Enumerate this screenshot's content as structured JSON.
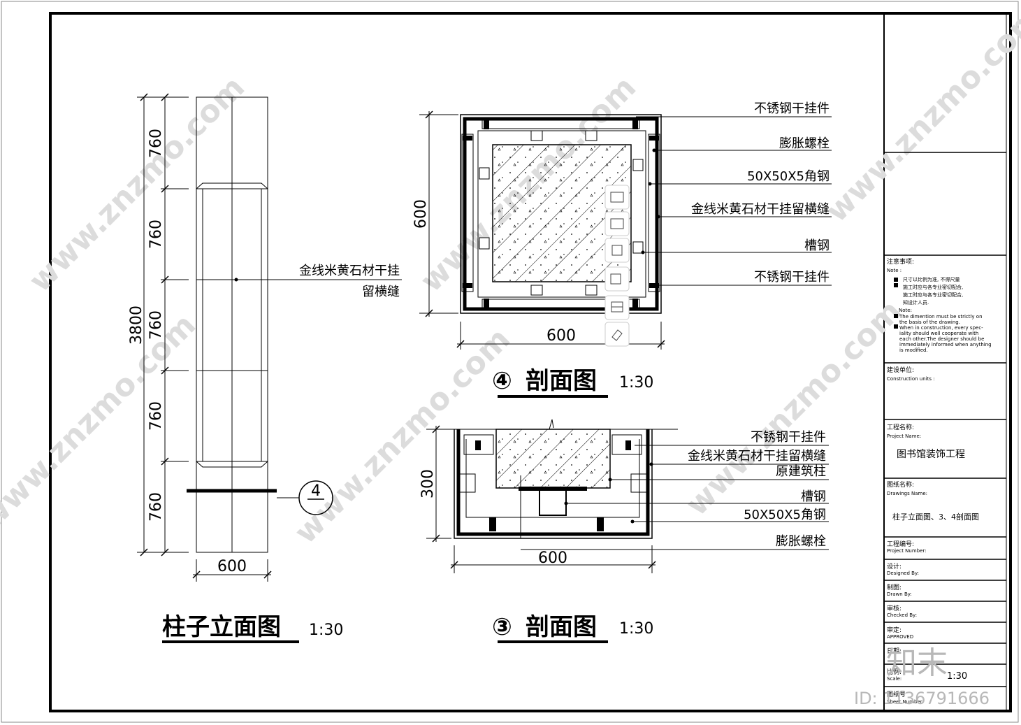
{
  "elevation": {
    "dims": [
      "760",
      "760",
      "760",
      "760",
      "760"
    ],
    "total": "3800",
    "width": "600",
    "callout": [
      "金线米黄石材干挂",
      "留横缝"
    ],
    "section_marker": "4",
    "title": "柱子立面图",
    "scale": "1:30"
  },
  "section4": {
    "labels": [
      "不锈钢干挂件",
      "膨胀螺栓",
      "50X50X5角钢",
      "金线米黄石材干挂留横缝",
      "槽钢",
      "不锈钢干挂件"
    ],
    "dim_h": "600",
    "dim_v": "600",
    "num": "④",
    "title": "剖面图",
    "scale": "1:30"
  },
  "section3": {
    "labels": [
      "不锈钢干挂件",
      "金线米黄石材干挂留横缝",
      "原建筑柱",
      "槽钢",
      "50X50X5角钢",
      "膨胀螺栓"
    ],
    "dim_h": "600",
    "dim_v": "300",
    "num": "③",
    "title": "剖面图",
    "scale": "1:30"
  },
  "titleblock": {
    "note_title": "注意事项:",
    "note_en": "Note :",
    "note_cn": [
      "尺寸以比例为准, 不得尺量",
      "施工时应与各专业密切配合,",
      "施工时应与各专业密切配合,",
      "知设计人员."
    ],
    "note_en2": "Note:",
    "note_en_lines": [
      "The dimention must be strictly on",
      "the basis of the drawing.",
      "When in construction, every spec-",
      "iality should well cooperate with",
      "each other.The designer should be",
      "immediately informed when anything",
      "is modified."
    ],
    "construction_cn": "建设单位:",
    "construction_en": "Construction units :",
    "project_cn": "工程名称:",
    "project_en": "Project Name:",
    "project_value": "图书馆装饰工程",
    "drawing_cn": "图纸名称:",
    "drawing_en": "Drawings  Name:",
    "drawing_value": "柱子立面图、3、4剖面图",
    "projno_cn": "工程编号:",
    "projno_en": "Project Number:",
    "design_cn": "设计:",
    "design_en": "Designed By:",
    "drawn_cn": "制图:",
    "drawn_en": "Drawn By:",
    "check_cn": "审核:",
    "check_en": "Checked By:",
    "approve_cn": "审定:",
    "approve_en": "APPROVED",
    "date_cn": "日期:",
    "scale_cn": "比例:",
    "scale_en": "Scale:",
    "scale_value": "1:30",
    "sheet_cn": "图纸号",
    "sheet_en": "Sheet Number"
  },
  "watermark": {
    "site": "www.znzmo.com",
    "brand": "知末",
    "id": "ID: 1136791666"
  },
  "toolbar_icons": [
    "image-icon",
    "image-edit-icon",
    "crop-icon",
    "text-extract-icon",
    "table-icon",
    "eraser-icon"
  ]
}
